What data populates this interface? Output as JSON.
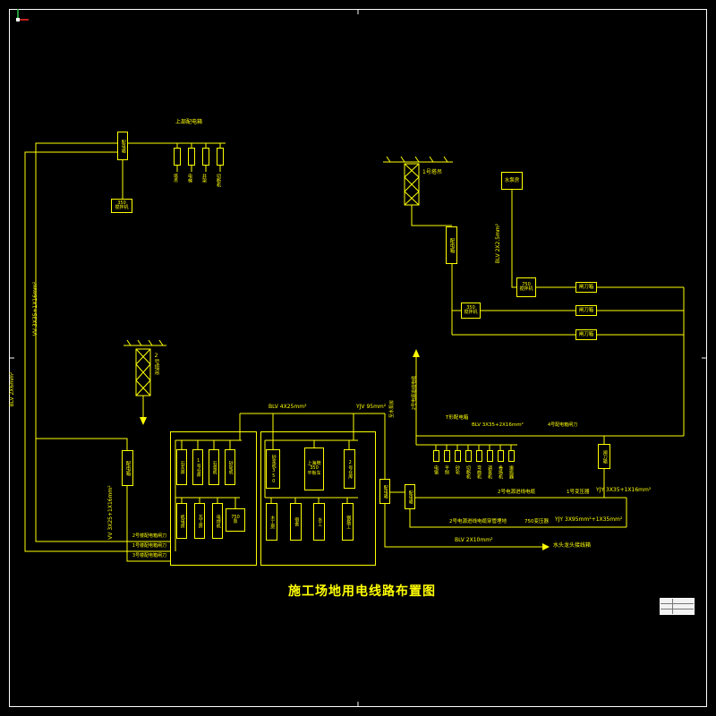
{
  "title": "施工场地用电线路布置图",
  "top_left": {
    "dist_box": "配电箱",
    "bus_label": "上部配电箱",
    "drops": [
      "塔吊",
      "电梯",
      "井架",
      "切断机"
    ],
    "mixer_num": "350",
    "mixer_name": "搅拌机"
  },
  "towers": {
    "t1": "1号塔吊",
    "t2": "2号塔吊"
  },
  "left": {
    "cable1": "VV 3X35+1X16mm²",
    "cable2": "BLV 2X6mm²",
    "cable3": "VV 3X25+1X16mm²",
    "dist_box": "配电箱",
    "notes": [
      "2号楼配电箱闸刀",
      "1号楼配电箱闸刀",
      "3号楼配电箱闸刀"
    ]
  },
  "right": {
    "pump_house": "水泵房",
    "pump_cable": "BLV 2X2.5mm²",
    "dist_box": "配电箱",
    "mixer750_num": "750",
    "mixer750_name": "搅拌机",
    "mixer350_num": "350",
    "mixer350_name": "搅拌机",
    "knife1": "闸刀箱",
    "knife2": "闸刀箱",
    "knife3": "闸刀箱",
    "knife4": "闸刀箱"
  },
  "center": {
    "cable_blv425": "BLV 4X25mm²",
    "cable_yjv95": "YJV 95mm²",
    "cable_blv335": "BLV 3X35+2X16mm²",
    "branch_note": "4号配电箱闸刀",
    "t_box": "T形配电箱",
    "riser_note1": "至水泵房",
    "riser_note2": "2号电源进线电缆"
  },
  "area1": {
    "row1": [
      "石灰库",
      "1号仓库",
      "石膏机",
      "砂轮机"
    ],
    "row2": [
      "机电房",
      "瓦工房",
      "电焊机"
    ],
    "pump_num": "750",
    "pump_name": "泵"
  },
  "area2": {
    "mortar": "砂浆机350",
    "truck": [
      "上海牌",
      "350",
      "平板车"
    ],
    "store": "2号仓库",
    "row2": [
      "木工房",
      "宿舍",
      "水工",
      "钢筋工"
    ]
  },
  "mid_boxes": [
    "配电箱",
    "配电箱"
  ],
  "tools": [
    "电锯",
    "平刨",
    "砂轮",
    "切断机",
    "弯曲机",
    "调直机",
    "卷扬机",
    "振捣器"
  ],
  "bottom_right": {
    "r1a": "2号电源进线电缆",
    "r1b": "1号变压器",
    "r1c": "YJY 3X35+1X16mm²",
    "r2a": "2号电源进线电缆穿管埋地",
    "r2b": "750变压器",
    "r2c": "YJY 3X95mm²+1X35mm²",
    "r3a": "BLV 2X10mm²",
    "r3b": "水头龙头接线箱"
  }
}
